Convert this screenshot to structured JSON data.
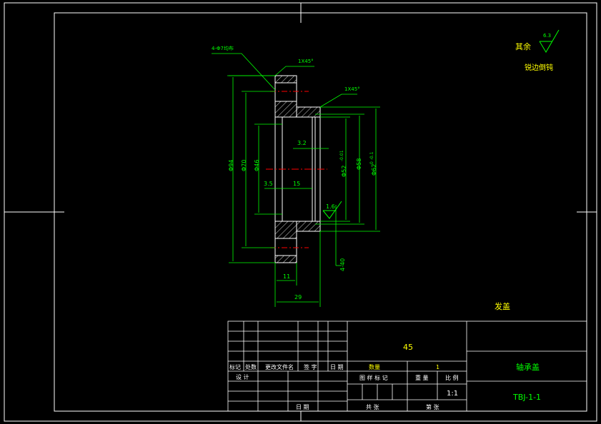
{
  "dimensions": {
    "bolt_holes_note": "4-Φ7均布",
    "chamfer_top": "1X45°",
    "chamfer_inner": "1X45°",
    "dia_outer": "Φ94",
    "dia_bolt_circle": "Φ70",
    "dia_body": "Φ46",
    "dim_3_2": "3.2",
    "dim_3_5": "3.5",
    "dim_15": "15",
    "dia_bore_h": "Φ52",
    "bore_tol": "-0.01",
    "dia_mid": "Φ58",
    "dia_pilot": "Φ62",
    "pilot_tol": "0  -0.1",
    "roughness_1_6": "1.6",
    "note_4_40": "4-40",
    "dim_11": "11",
    "dim_29": "29"
  },
  "notes": {
    "other_label": "其余",
    "other_roughness": "6.3",
    "edge_note": "锐边倒钝",
    "part_name": "发盖"
  },
  "title_block": {
    "material": "45",
    "head_mark": "标记",
    "head_count": "处数",
    "head_doc": "更改文件名",
    "head_sign": "签 字",
    "head_date": "日 期",
    "quantity_label": "数量",
    "quantity_value": "1",
    "design_label": "设 计",
    "stage_label": "图 样 标 记",
    "weight_label": "重 量",
    "scale_label": "比 例",
    "scale_value": "1:1",
    "date_label": "日 期",
    "sheets_label": "共 张",
    "sheet_label": "第 张",
    "drawing_name": "轴承盖",
    "drawing_code": "TBJ-1-1"
  },
  "colors": {
    "outline": "#ffffff",
    "geometry": "#00ff00",
    "centerline": "#ff0000",
    "note_text": "#ffff00"
  }
}
